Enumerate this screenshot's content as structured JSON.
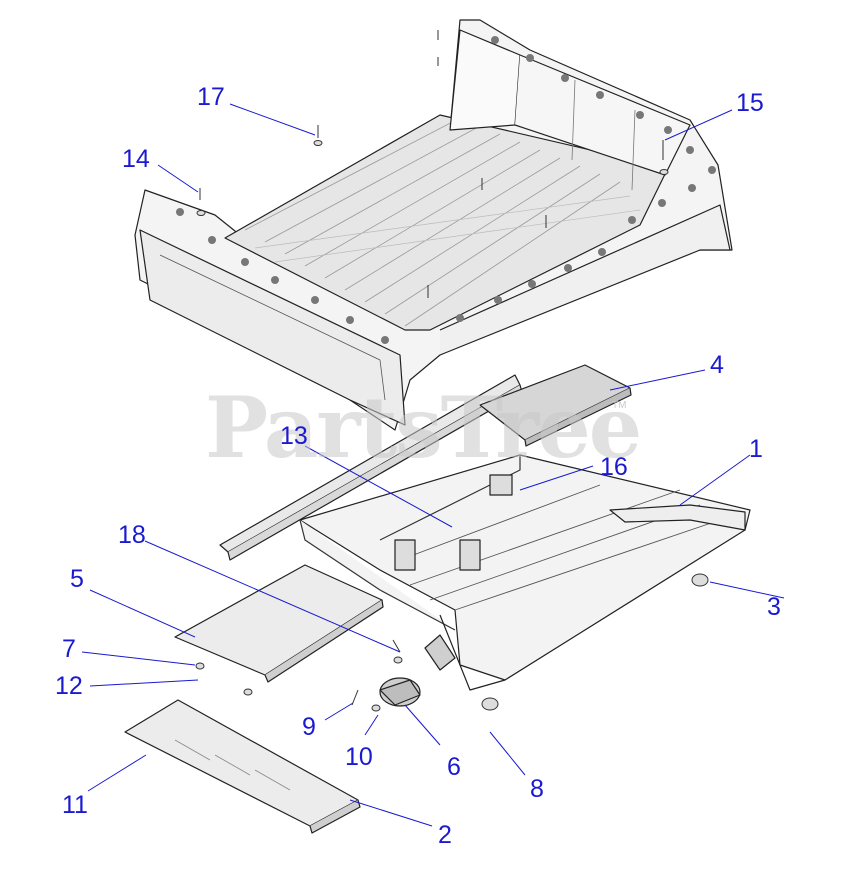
{
  "watermark": {
    "text": "PartsTree",
    "tm": "TM"
  },
  "callouts": [
    {
      "id": "1",
      "label": "1"
    },
    {
      "id": "2",
      "label": "2"
    },
    {
      "id": "3",
      "label": "3"
    },
    {
      "id": "4",
      "label": "4"
    },
    {
      "id": "5",
      "label": "5"
    },
    {
      "id": "6",
      "label": "6"
    },
    {
      "id": "7",
      "label": "7"
    },
    {
      "id": "8",
      "label": "8"
    },
    {
      "id": "9",
      "label": "9"
    },
    {
      "id": "10",
      "label": "10"
    },
    {
      "id": "11",
      "label": "11"
    },
    {
      "id": "12",
      "label": "12"
    },
    {
      "id": "13",
      "label": "13"
    },
    {
      "id": "14",
      "label": "14"
    },
    {
      "id": "15",
      "label": "15"
    },
    {
      "id": "16",
      "label": "16"
    },
    {
      "id": "17",
      "label": "17"
    },
    {
      "id": "18",
      "label": "18"
    }
  ],
  "colors": {
    "callout": "#1a1ad0",
    "line": "#222222",
    "bed": "#f2f2f2",
    "floor": "#e4e4e4",
    "plate": "#dcdcdc"
  }
}
